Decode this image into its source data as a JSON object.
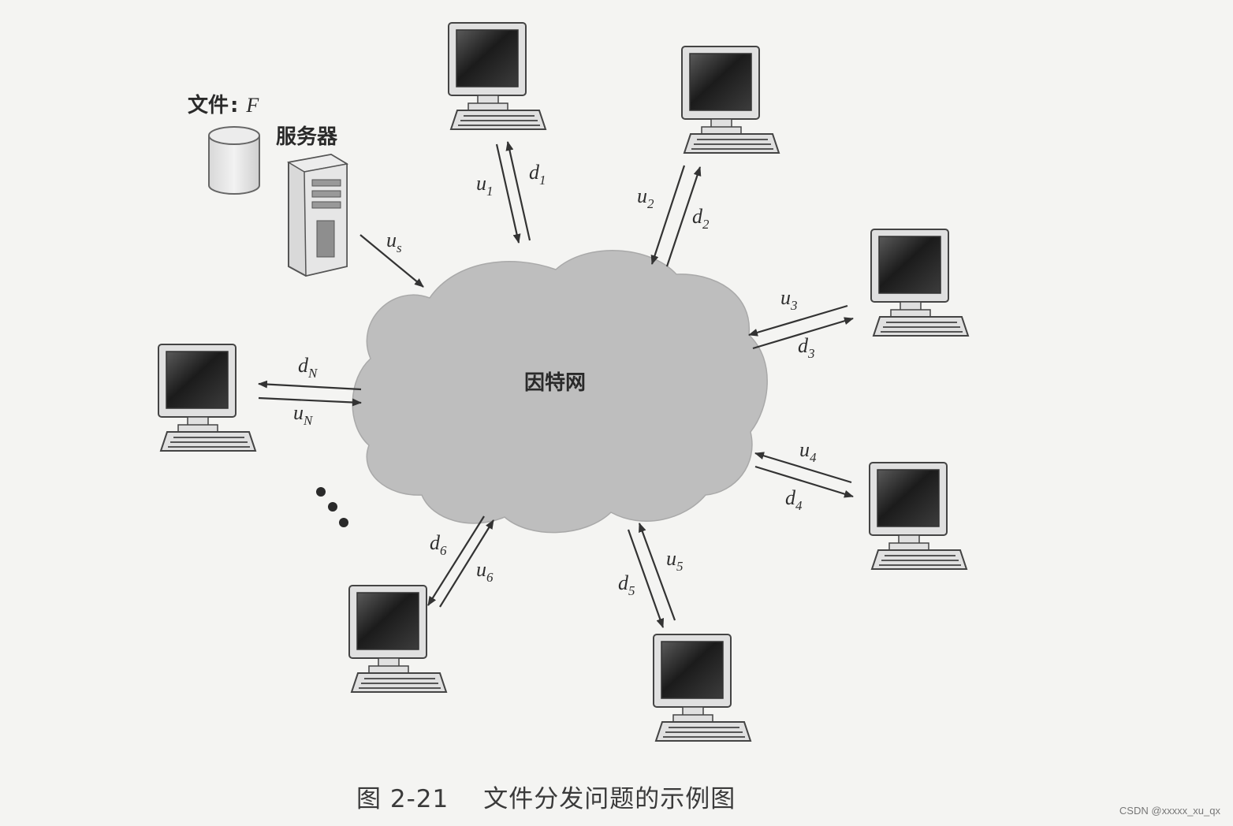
{
  "file_label": {
    "text": "文件",
    "separator": ":",
    "var": "F"
  },
  "server_label": "服务器",
  "internet_label": "因特网",
  "caption": {
    "number": "图 2-21",
    "title": "文件分发问题的示例图"
  },
  "watermark": "CSDN @xxxxx_xu_qx",
  "links": [
    {
      "u": "u",
      "u_sub": "1",
      "d": "d",
      "d_sub": "1"
    },
    {
      "u": "u",
      "u_sub": "2",
      "d": "d",
      "d_sub": "2"
    },
    {
      "u": "u",
      "u_sub": "3",
      "d": "d",
      "d_sub": "3"
    },
    {
      "u": "u",
      "u_sub": "4",
      "d": "d",
      "d_sub": "4"
    },
    {
      "u": "u",
      "u_sub": "5",
      "d": "d",
      "d_sub": "5"
    },
    {
      "u": "u",
      "u_sub": "6",
      "d": "d",
      "d_sub": "6"
    },
    {
      "u": "u",
      "u_sub": "N",
      "d": "d",
      "d_sub": "N"
    }
  ],
  "server_link": {
    "u": "u",
    "u_sub": "s"
  }
}
